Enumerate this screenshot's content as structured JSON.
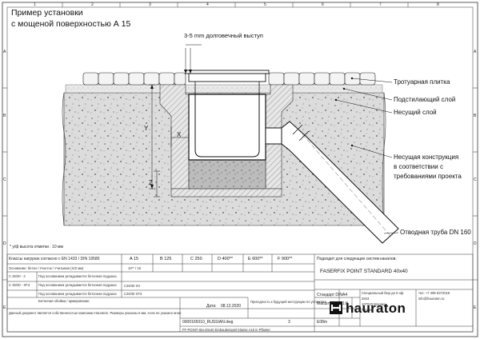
{
  "header": {
    "title_line1": "Пример установки",
    "title_line2": "с мощеной поверхностью А 15"
  },
  "drawing": {
    "overhang_label": "3-5 mm долговечный выступ",
    "dim_x": "X",
    "dim_y": "Y",
    "dim_z": "Z",
    "callouts": {
      "paving": "Тротуарная плитка",
      "bedding": "Подстилающий слой",
      "base": "Несущий слой",
      "structure_1": "Несущая конструкция",
      "structure_2": "в соответствии с",
      "structure_3": "требованиями проекта",
      "pipe": "Отводная труба DN 160"
    },
    "border_letters": [
      "A",
      "B",
      "C",
      "D",
      "E"
    ],
    "border_numbers": [
      "1",
      "2",
      "3",
      "4",
      "5",
      "6",
      "7",
      "8"
    ]
  },
  "footnote": "* у/ф высота отметки : 10 мм",
  "table": {
    "class_header": "Классы нагрузок согласно с EN 1433 / DIN 19580",
    "classes": [
      "A 15",
      "B 125",
      "C 250",
      "D 400**",
      "E 600**",
      "F 900**"
    ],
    "concrete_row_label": "Основание: бетон / Участок / Учитывая (X/Z мм)",
    "concrete_row_value": "10** / 15",
    "rows": [
      {
        "code": "С 25/30 - 2",
        "desc": "Под основанием укладывается бетонная подушка",
        "value": ""
      },
      {
        "code": "С 25/30 - XF3",
        "desc": "Под основанием укладывается бетонная подушка",
        "value": ""
      },
      {
        "code": "",
        "desc": "Под основанием укладывается бетонная подушка",
        "value": "C25/30 X0"
      },
      {
        "code": "",
        "desc": "Бетонная обойма / армирование",
        "value": "C25/30 XF3"
      }
    ],
    "notes": "Данный документ является собственностью компании Hauraton. Размеры указаны в мм, если не указано иное.",
    "drawing_no": "0000165010_RUSSIAN.dwg",
    "date_label": "Дата:",
    "date": "08.12.2020",
    "remark": "Пригодность к будущей инструкции по установке.",
    "page": "3",
    "sheet_info": "E08m",
    "footer": "FF-POINT-Sta-40x40 Einbaubeispiel Klasse A15 in Pflaster"
  },
  "right_block": {
    "suitable_label": "Подходит для следующих систем каналов:",
    "product": "FASERFIX POINT STANDARD 40x40",
    "standard_label": "Стандарт DIN",
    "standard_value": "A4",
    "scale_label": "Масштаб",
    "scale_value": "1:8"
  },
  "company": {
    "name": "hauraton",
    "address_1": "Специальный бюр дн 6 нф",
    "address_2": "2843",
    "address_3": "107023 Москва",
    "address_4": "Россия",
    "phone": "тел: +7 495 6372018",
    "email": "info@hauraton.ru"
  }
}
